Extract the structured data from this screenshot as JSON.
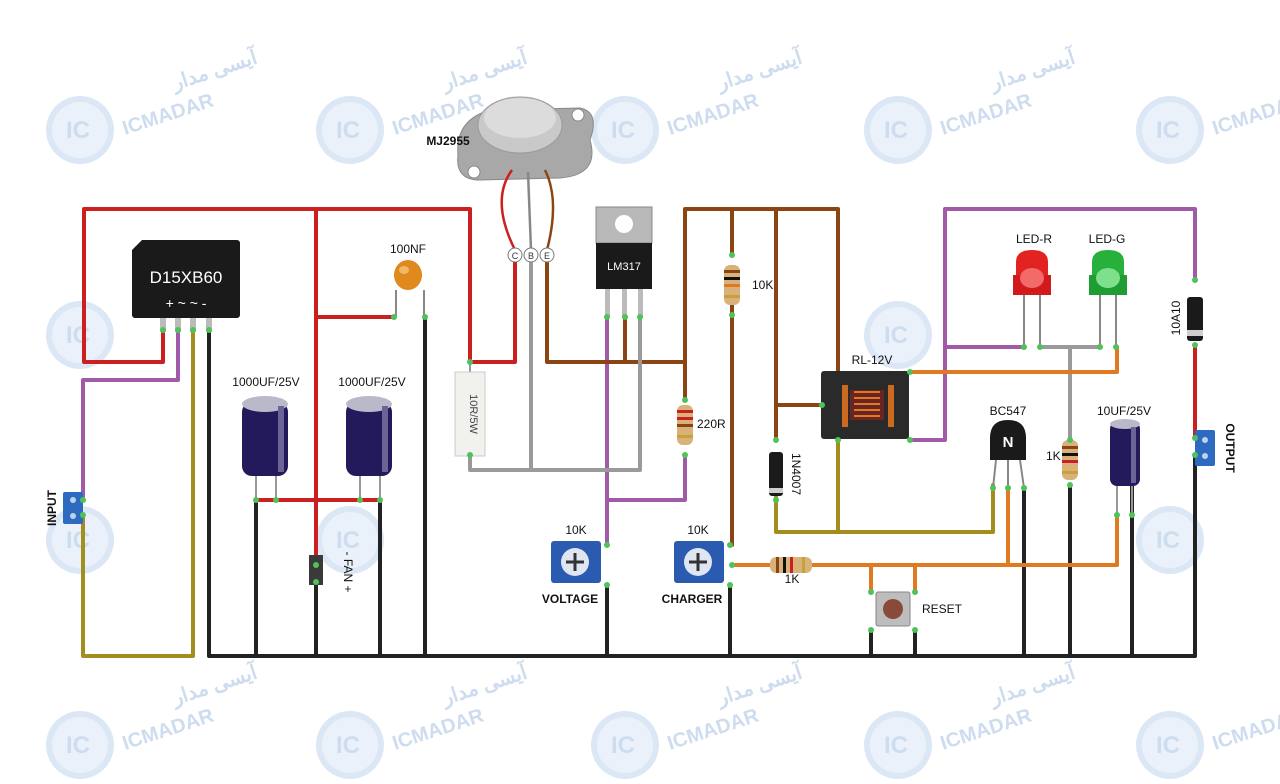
{
  "watermark": {
    "brand": "ICMADAR",
    "persian": "آیسی مدار",
    "logo": "IC"
  },
  "components": {
    "bridge": {
      "label": "D15XB60",
      "pins": "+ ~ ~ -"
    },
    "capacitor_ceramic": {
      "label": "100NF"
    },
    "capacitor_1": {
      "label": "1000UF/25V"
    },
    "capacitor_2": {
      "label": "1000UF/25V"
    },
    "capacitor_3": {
      "label": "10UF/25V"
    },
    "power_transistor": {
      "label": "MJ2955",
      "pins": [
        "C",
        "B",
        "E"
      ]
    },
    "regulator": {
      "label": "LM317"
    },
    "resistor_power": {
      "label": "10R/5W"
    },
    "resistor_10k": {
      "label": "10K"
    },
    "resistor_220": {
      "label": "220R"
    },
    "resistor_1k_a": {
      "label": "1K"
    },
    "resistor_1k_b": {
      "label": "1K"
    },
    "pot_voltage": {
      "value": "10K",
      "name": "VOLTAGE"
    },
    "pot_charger": {
      "value": "10K",
      "name": "CHARGER"
    },
    "relay": {
      "label": "RL-12V"
    },
    "diode_1n4007": {
      "label": "1N4007"
    },
    "diode_10a10": {
      "label": "10A10"
    },
    "led_red": {
      "label": "LED-R"
    },
    "led_green": {
      "label": "LED-G"
    },
    "transistor": {
      "label": "BC547",
      "mark": "N"
    },
    "fan": {
      "label": "- FAN +"
    },
    "reset": {
      "label": "RESET"
    },
    "input": {
      "label": "INPUT"
    },
    "output": {
      "label": "OUTPUT"
    }
  },
  "colors": {
    "red_wire": "#cc1f1f",
    "black_wire": "#222222",
    "brown_wire": "#8b4513",
    "purple_wire": "#a05aa8",
    "orange_wire": "#e07a20",
    "gray_wire": "#9a9a9a",
    "olive_wire": "#a48d1f",
    "watermark": "#c9d9ee"
  }
}
